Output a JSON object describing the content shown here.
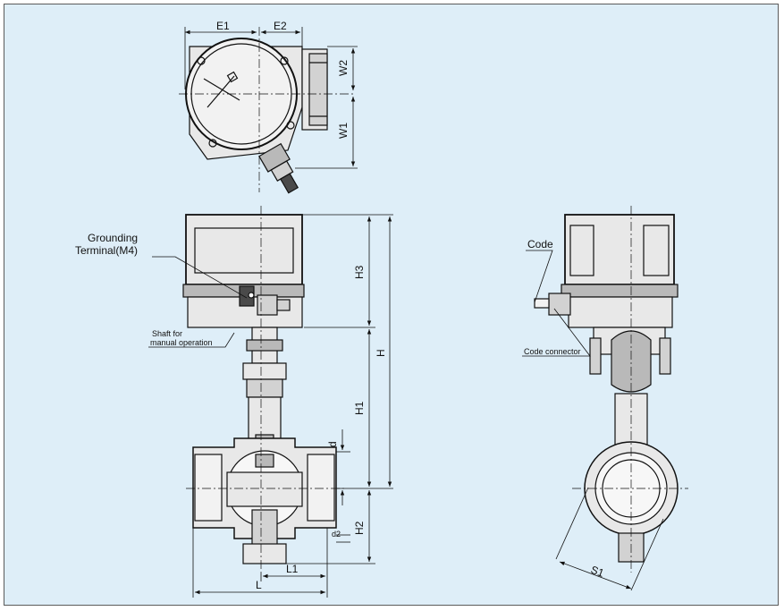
{
  "colors": {
    "background": "#deeef8",
    "border": "#5b5b5b",
    "body_fill": "#e8e8e8",
    "shade_fill": "#b9b9b9",
    "dark_fill": "#4a4a4a",
    "line": "#111111"
  },
  "dimensions": {
    "top_view": {
      "e1": "E1",
      "e2": "E2",
      "w2": "W2",
      "w1": "W1"
    },
    "front_view": {
      "h3": "H3",
      "h": "H",
      "h1": "H1",
      "h2": "H2",
      "d": "d",
      "d2": "d2",
      "l": "L",
      "l1": "L1"
    },
    "side_view": {
      "s1": "S1"
    }
  },
  "callouts": {
    "grounding_line1": "Grounding",
    "grounding_line2": "Terminal(M4)",
    "shaft_line1": "Shaft for",
    "shaft_line2": "manual operation",
    "code": "Code",
    "code_connector": "Code connector"
  }
}
